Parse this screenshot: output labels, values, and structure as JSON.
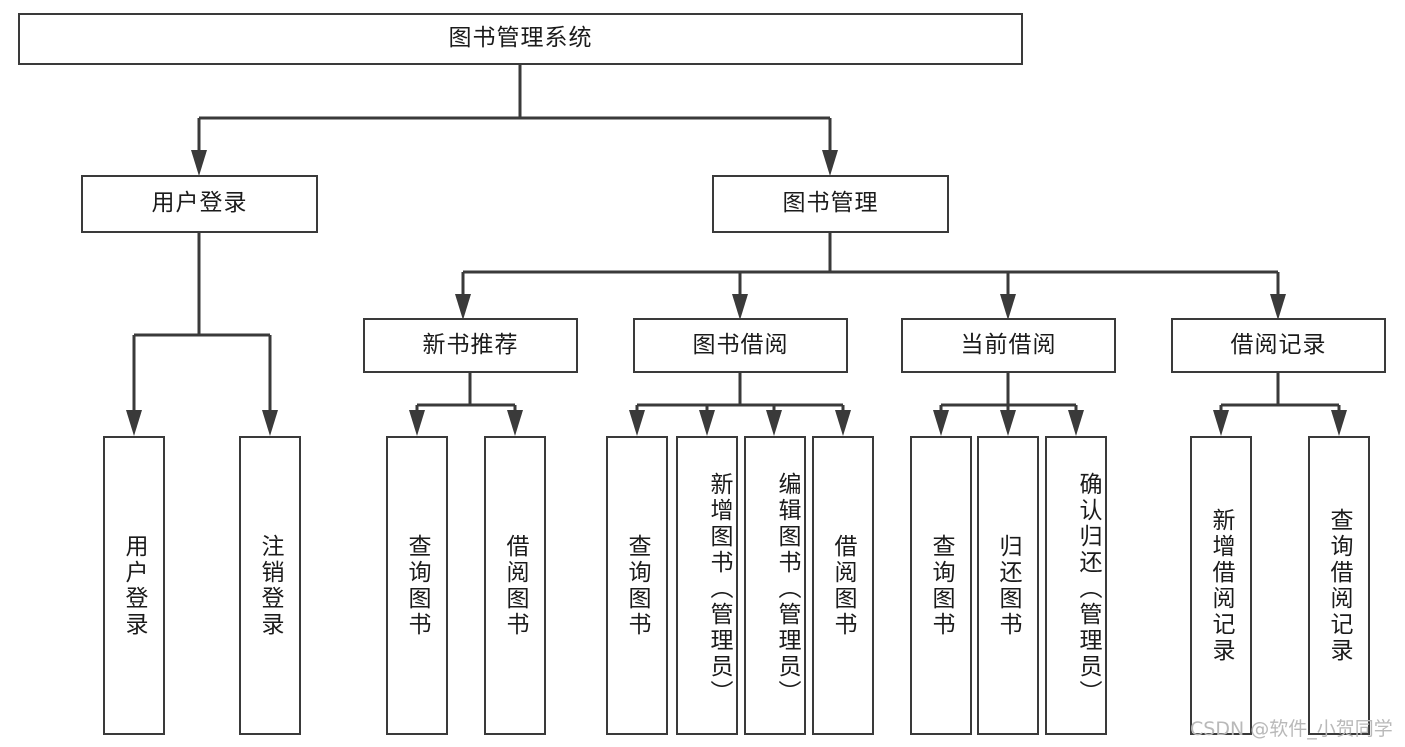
{
  "diagram": {
    "title": "图书管理系统",
    "type": "tree-hierarchy-chart",
    "watermark": "CSDN @软件_小贺同学",
    "colors": {
      "stroke": "#3a3a3a",
      "background": "#ffffff",
      "text": "#1b1b1b",
      "watermark": "#b9b9b9"
    }
  },
  "root": {
    "label": "图书管理系统"
  },
  "level2": [
    {
      "label": "用户登录"
    },
    {
      "label": "图书管理"
    }
  ],
  "level3": [
    {
      "label": "新书推荐"
    },
    {
      "label": "图书借阅"
    },
    {
      "label": "当前借阅"
    },
    {
      "label": "借阅记录"
    }
  ],
  "leaves": {
    "user_login": [
      {
        "label": "用户登录"
      },
      {
        "label": "注销登录"
      }
    ],
    "new_book_recommend": [
      {
        "label": "查询图书"
      },
      {
        "label": "借阅图书"
      }
    ],
    "book_borrow": [
      {
        "label": "查询图书"
      },
      {
        "label": "新增图书（管理员）"
      },
      {
        "label": "编辑图书（管理员）"
      },
      {
        "label": "借阅图书"
      }
    ],
    "current_borrow": [
      {
        "label": "查询图书"
      },
      {
        "label": "归还图书"
      },
      {
        "label": "确认归还（管理员）"
      }
    ],
    "borrow_records": [
      {
        "label": "新增借阅记录"
      },
      {
        "label": "查询借阅记录"
      }
    ]
  }
}
